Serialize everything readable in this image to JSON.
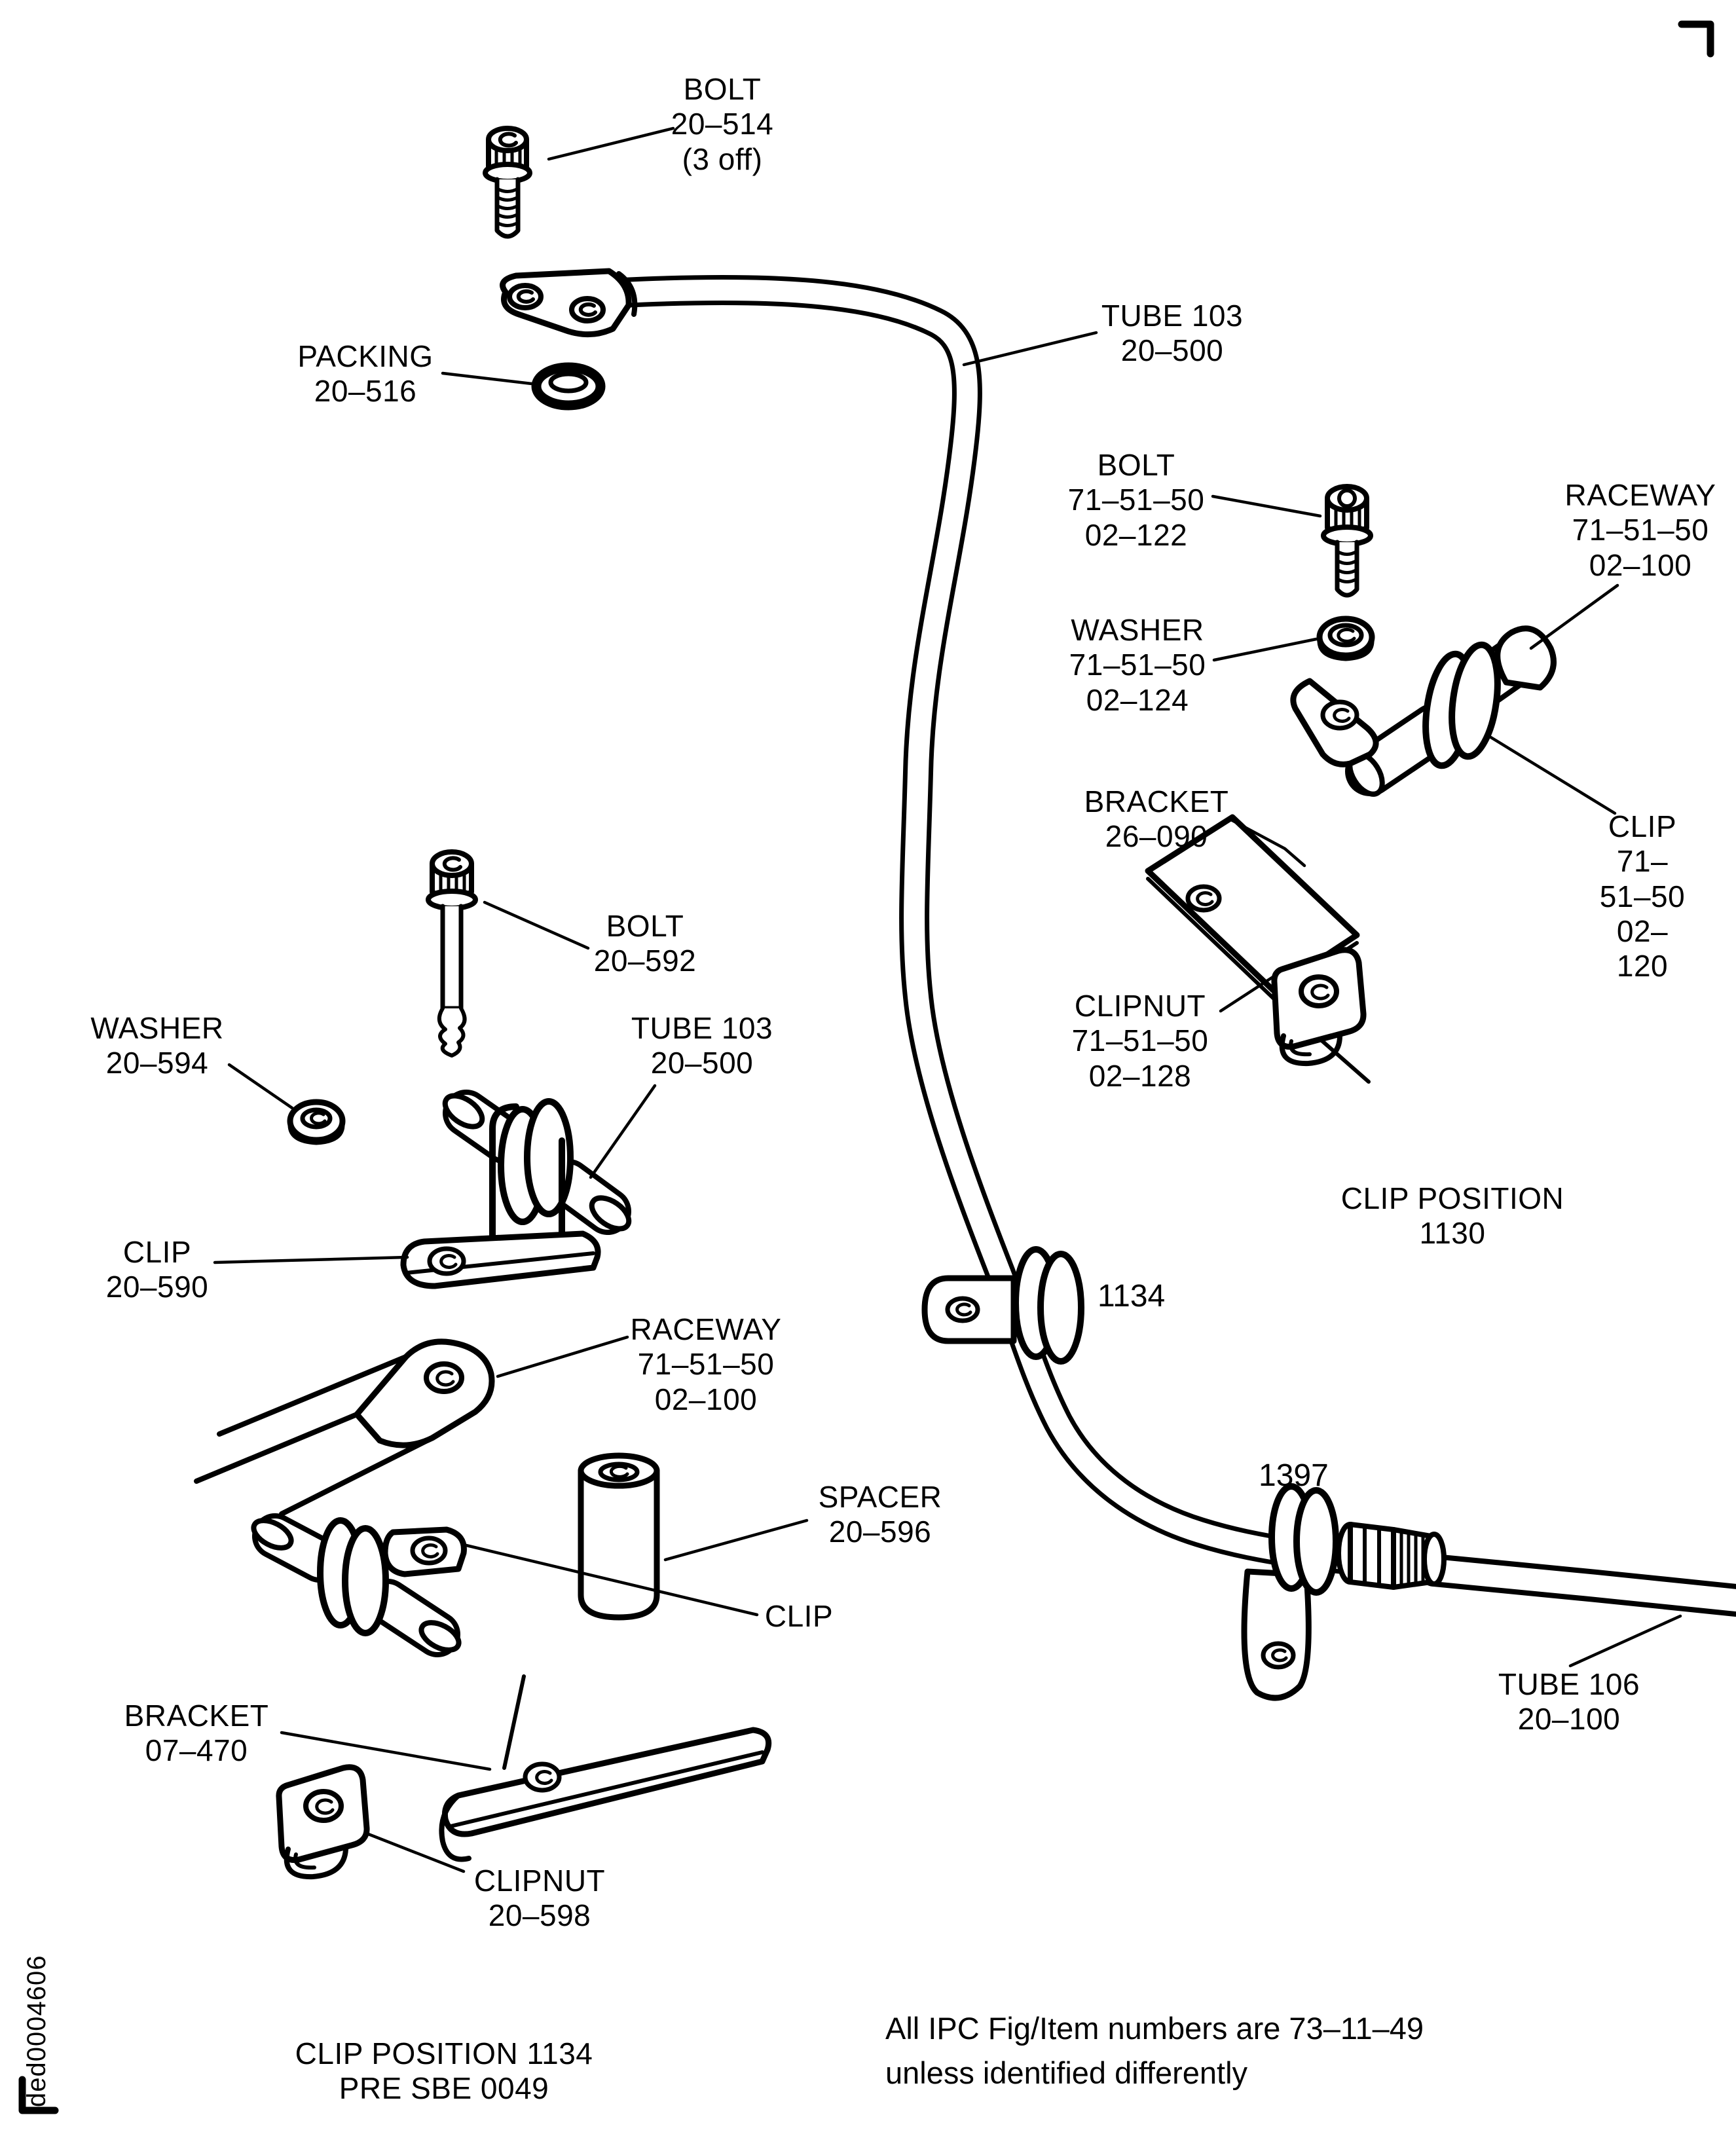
{
  "figure": {
    "doc_code": "ded0004606",
    "footnote": "All IPC Fig/Item numbers are 73–11–49\nunless identified differently"
  },
  "captions": {
    "clip_position_1130": "CLIP POSITION 1130",
    "clip_position_1134": "CLIP POSITION 1134\nPRE SBE 0049"
  },
  "part_labels": {
    "bolt_top": "BOLT\n20–514\n(3 off)",
    "packing": "PACKING\n20–516",
    "tube103_top": "TUBE 103\n20–500",
    "bolt_122": "BOLT\n71–51–50\n02–122",
    "raceway_right": "RACEWAY\n71–51–50\n02–100",
    "washer_124": "WASHER\n71–51–50\n02–124",
    "bracket_090": "BRACKET\n26–090",
    "clip_120": "CLIP\n71–51–50\n02–120",
    "clipnut_128": "CLIPNUT\n71–51–50\n02–128",
    "bolt_592": "BOLT\n20–592",
    "washer_594": "WASHER\n20–594",
    "tube103_mid": "TUBE 103\n20–500",
    "clip_590": "CLIP\n20–590",
    "raceway_left": "RACEWAY\n71–51–50\n02–100",
    "spacer": "SPACER\n20–596",
    "clip_left": "CLIP",
    "bracket_470": "BRACKET\n07–470",
    "clipnut_598": "CLIPNUT\n20–598",
    "pos_1134": "1134",
    "pos_1397": "1397",
    "tube106": "TUBE 106\n20–100"
  }
}
